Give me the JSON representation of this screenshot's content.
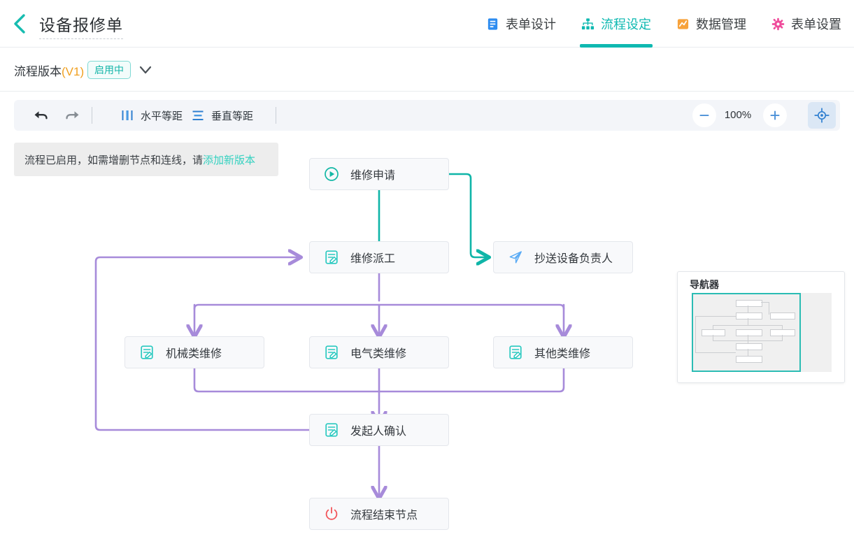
{
  "header": {
    "back_icon": "chevron-left-icon",
    "title": "设备报修单",
    "tabs": [
      {
        "label": "表单设计",
        "icon": "form-design-icon",
        "active": false
      },
      {
        "label": "流程设定",
        "icon": "flow-settings-icon",
        "active": true
      },
      {
        "label": "数据管理",
        "icon": "data-management-icon",
        "active": false
      },
      {
        "label": "表单设置",
        "icon": "form-config-gear-icon",
        "active": false
      }
    ]
  },
  "version_bar": {
    "label": "流程版本",
    "version": "(V1)",
    "status_badge": "启用中",
    "caret_icon": "chevron-down-icon"
  },
  "toolbar": {
    "undo_icon": "undo-arrow-icon",
    "redo_icon": "redo-arrow-icon",
    "horizontal_distribute": "水平等距",
    "horizontal_icon": "horizontal-distribute-icon",
    "vertical_distribute": "垂直等距",
    "vertical_icon": "vertical-distribute-icon",
    "zoom_out_icon": "minus-icon",
    "zoom_level": "100%",
    "zoom_in_icon": "plus-icon",
    "locate_icon": "crosshair-target-icon"
  },
  "notice": {
    "text": "流程已启用，如需增删节点和连线，请",
    "link": "添加新版本"
  },
  "navigator": {
    "title": "导航器"
  },
  "flow": {
    "nodes": [
      {
        "id": "start",
        "label": "维修申请",
        "icon": "play-circle-icon",
        "icon_color": "#14b8a6"
      },
      {
        "id": "dispatch",
        "label": "维修派工",
        "icon": "approval-form-icon",
        "icon_color": "#2ac9c0"
      },
      {
        "id": "cc",
        "label": "抄送设备负责人",
        "icon": "paper-plane-icon",
        "icon_color": "#5aabf5"
      },
      {
        "id": "mech",
        "label": "机械类维修",
        "icon": "approval-form-icon",
        "icon_color": "#2ac9c0"
      },
      {
        "id": "elec",
        "label": "电气类维修",
        "icon": "approval-form-icon",
        "icon_color": "#2ac9c0"
      },
      {
        "id": "other",
        "label": "其他类维修",
        "icon": "approval-form-icon",
        "icon_color": "#2ac9c0"
      },
      {
        "id": "confirm",
        "label": "发起人确认",
        "icon": "approval-form-icon",
        "icon_color": "#2ac9c0"
      },
      {
        "id": "end",
        "label": "流程结束节点",
        "icon": "power-off-icon",
        "icon_color": "#f2555a"
      }
    ],
    "edge_colors": {
      "teal": "#0fb5a8",
      "purple": "#a78bda"
    }
  }
}
